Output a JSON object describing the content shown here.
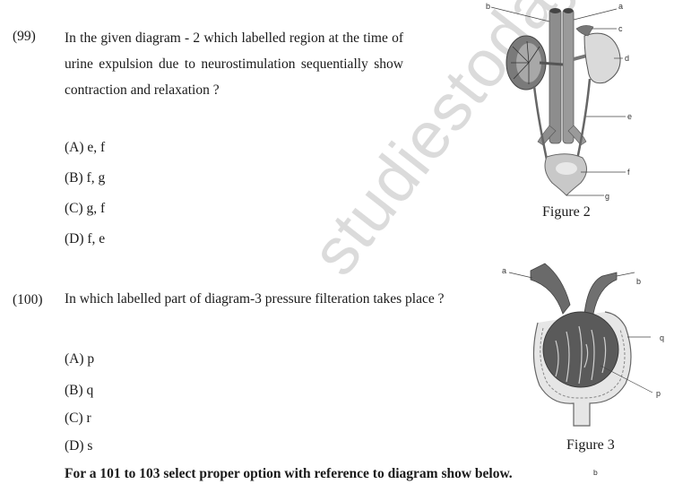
{
  "questions": [
    {
      "number": "(99)",
      "text": "In the given diagram - 2 which labelled region at the time of urine expulsion due to neurostimulation sequentially show contraction and relaxation ?",
      "options": [
        "(A) e,  f",
        "(B) f,  g",
        "(C) g,  f",
        "(D) f,  e"
      ]
    },
    {
      "number": "(100)",
      "text": "In which labelled part of diagram-3 pressure filteration takes place ?",
      "options": [
        "(A) p",
        "(B) q",
        "(C) r",
        "(D) s"
      ]
    }
  ],
  "instruction": "For a 101 to 103 select proper option with reference to diagram show below.",
  "figures": {
    "figure2": {
      "caption": "Figure 2",
      "labels": [
        "a",
        "b",
        "c",
        "d",
        "e",
        "f",
        "g"
      ]
    },
    "figure3": {
      "caption": "Figure 3",
      "labels": [
        "a",
        "b",
        "q",
        "p"
      ]
    },
    "next_figure_label": "b"
  },
  "watermark": "studiestoday.com"
}
